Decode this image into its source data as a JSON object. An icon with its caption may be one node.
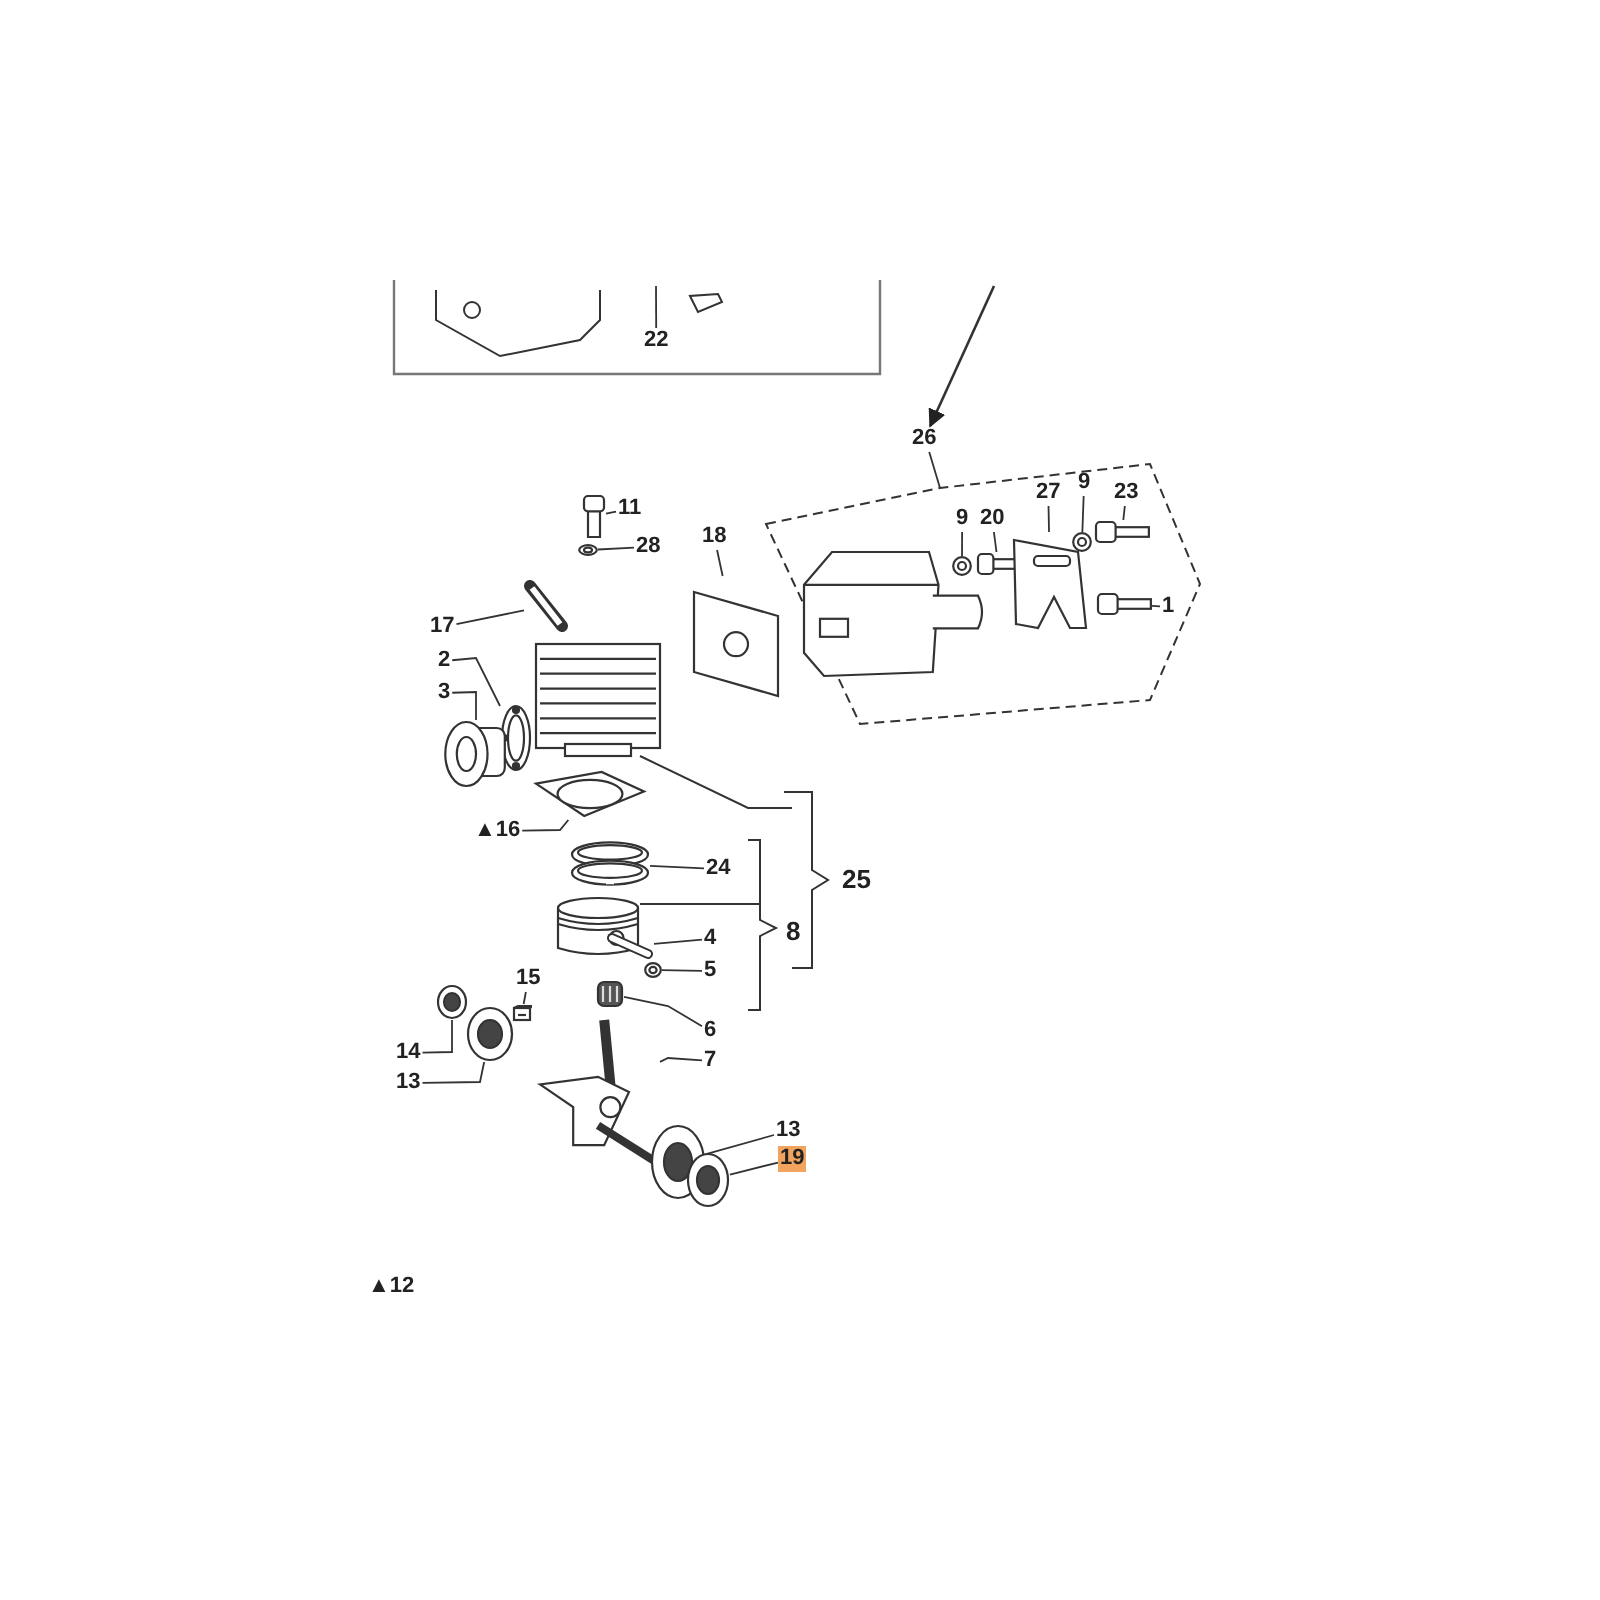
{
  "diagram": {
    "nodes": [
      {
        "text": [
          "22"
        ]
      },
      {
        "text": [
          "26"
        ]
      },
      {
        "text": [],
        "shape": "box"
      },
      {
        "text": [],
        "shape": "picture",
        "in": 2
      },
      {
        "text": [
          "9"
        ],
        "in": 2
      },
      {
        "text": [],
        "shape": "picture",
        "in": 2
      },
      {
        "text": [
          "20"
        ],
        "in": 2
      },
      {
        "text": [],
        "shape": "picture",
        "in": 2
      },
      {
        "text": [
          "27"
        ],
        "in": 2
      },
      {
        "text": [],
        "shape": "picture",
        "in": 2
      },
      {
        "text": [
          "9"
        ],
        "in": 2
      },
      {
        "text": [],
        "shape": "picture",
        "in": 2
      },
      {
        "text": [
          "23"
        ],
        "in": 2
      },
      {
        "text": [],
        "shape": "picture",
        "in": 2
      },
      {
        "text": [
          "1"
        ],
        "in": 2
      },
      {
        "text": [],
        "shape": "picture",
        "in": 2
      },
      {
        "text": [
          "18"
        ]
      },
      {
        "text": [],
        "shape": "picture"
      },
      {
        "text": [
          "11"
        ]
      },
      {
        "text": [],
        "shape": "picture"
      },
      {
        "text": [
          "28"
        ]
      },
      {
        "text": [],
        "shape": "picture"
      },
      {
        "text": [
          "17"
        ]
      },
      {
        "text": [],
        "shape": "picture"
      },
      {
        "text": [
          "2"
        ]
      },
      {
        "text": [],
        "shape": "picture"
      },
      {
        "text": [
          "3"
        ]
      },
      {
        "text": [],
        "shape": "picture"
      },
      {
        "text": [],
        "shape": "picture"
      },
      {
        "text": [
          "▲16"
        ]
      },
      {
        "text": [],
        "shape": "picture"
      },
      {
        "text": [
          "24"
        ]
      },
      {
        "text": [],
        "shape": "picture"
      },
      {
        "text": [],
        "shape": "picture"
      },
      {
        "text": [
          "4"
        ]
      },
      {
        "text": [],
        "shape": "picture"
      },
      {
        "text": [
          "5"
        ]
      },
      {
        "text": [],
        "shape": "picture"
      },
      {
        "text": [
          "6"
        ]
      },
      {
        "text": [],
        "shape": "picture"
      },
      {
        "text": [
          "7"
        ]
      },
      {
        "text": [],
        "shape": "picture"
      },
      {
        "text": [
          "15"
        ]
      },
      {
        "text": [],
        "shape": "picture"
      },
      {
        "text": [
          "14"
        ]
      },
      {
        "text": [],
        "shape": "picture"
      },
      {
        "text": [
          "13"
        ]
      },
      {
        "text": [],
        "shape": "picture"
      },
      {
        "text": [
          "13"
        ]
      },
      {
        "text": [],
        "shape": "picture"
      },
      {
        "text": [
          "19"
        ]
      },
      {
        "text": [],
        "shape": "picture"
      },
      {
        "text": [
          "▲12"
        ]
      }
    ],
    "edges": [
      {
        "from": 0,
        "to": null,
        "arrow": "none"
      },
      {
        "from": null,
        "to": 1,
        "arrow": "to"
      },
      {
        "from": 1,
        "to": 2,
        "arrow": "none"
      },
      {
        "from": 4,
        "to": 5,
        "arrow": "none"
      },
      {
        "from": 6,
        "to": 7,
        "arrow": "none"
      },
      {
        "from": 8,
        "to": 9,
        "arrow": "none"
      },
      {
        "from": 10,
        "to": 11,
        "arrow": "none"
      },
      {
        "from": 12,
        "to": 13,
        "arrow": "none"
      },
      {
        "from": 14,
        "to": 15,
        "arrow": "none"
      },
      {
        "from": 16,
        "to": 17,
        "arrow": "none"
      },
      {
        "from": 18,
        "to": 19,
        "arrow": "none"
      },
      {
        "from": 20,
        "to": 21,
        "arrow": "none"
      },
      {
        "from": 22,
        "to": 23,
        "arrow": "none"
      },
      {
        "from": 24,
        "to": 25,
        "arrow": "none"
      },
      {
        "from": 26,
        "to": 27,
        "arrow": "none"
      },
      {
        "from": 29,
        "to": 30,
        "arrow": "none"
      },
      {
        "from": 31,
        "to": 32,
        "arrow": "none"
      },
      {
        "from": 34,
        "to": 35,
        "arrow": "none"
      },
      {
        "from": 36,
        "to": 37,
        "arrow": "none"
      },
      {
        "from": 38,
        "to": 39,
        "arrow": "none"
      },
      {
        "from": 40,
        "to": 41,
        "arrow": "none"
      },
      {
        "from": 42,
        "to": 43,
        "arrow": "none"
      },
      {
        "from": 44,
        "to": 45,
        "arrow": "none"
      },
      {
        "from": 46,
        "to": 47,
        "arrow": "none"
      },
      {
        "from": 48,
        "to": 49,
        "arrow": "none"
      },
      {
        "from": 50,
        "to": 51,
        "arrow": "none"
      }
    ],
    "labels": [
      "25",
      "8"
    ]
  }
}
